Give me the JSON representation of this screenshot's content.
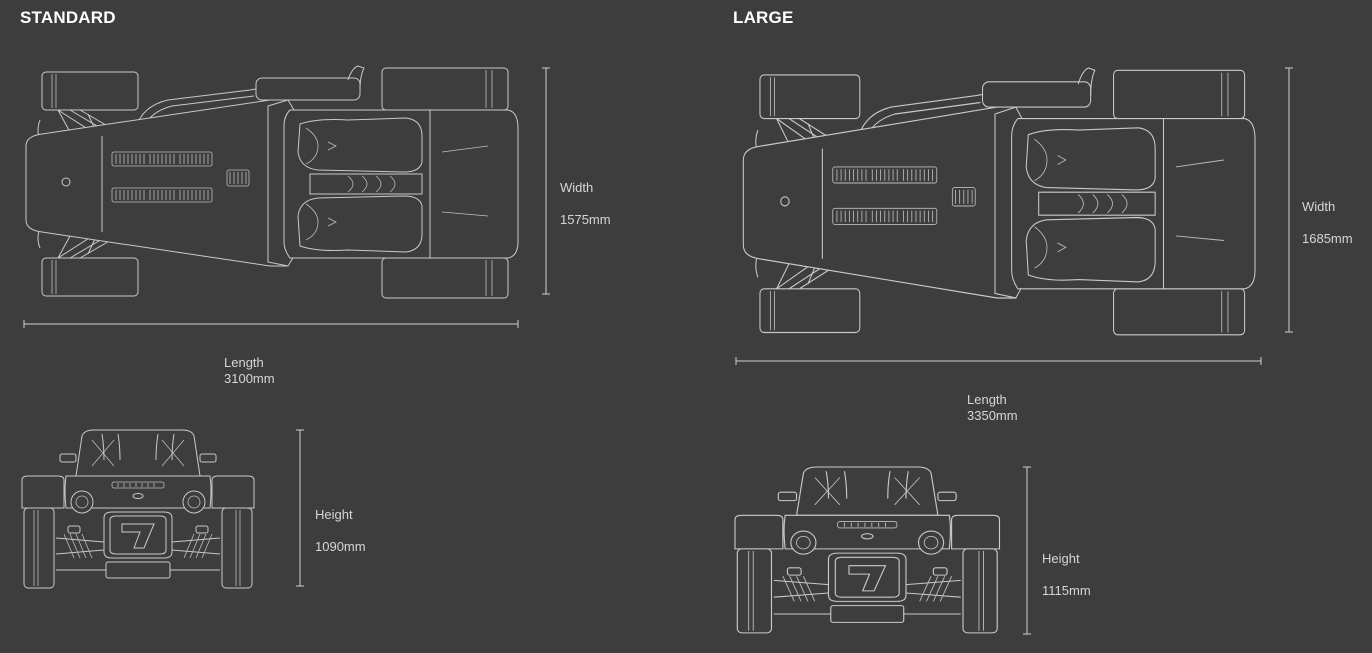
{
  "sections": {
    "standard": {
      "title": "STANDARD",
      "length": {
        "caption": "Length",
        "value": "3100mm"
      },
      "width": {
        "caption": "Width",
        "value": "1575mm"
      },
      "height": {
        "caption": "Height",
        "value": "1090mm"
      }
    },
    "large": {
      "title": "LARGE",
      "length": {
        "caption": "Length",
        "value": "3350mm"
      },
      "width": {
        "caption": "Width",
        "value": "1685mm"
      },
      "height": {
        "caption": "Height",
        "value": "1115mm"
      }
    }
  },
  "colors": {
    "background": "#3d3d3e",
    "linework": "#c9c9c9",
    "heading": "#ffffff"
  }
}
